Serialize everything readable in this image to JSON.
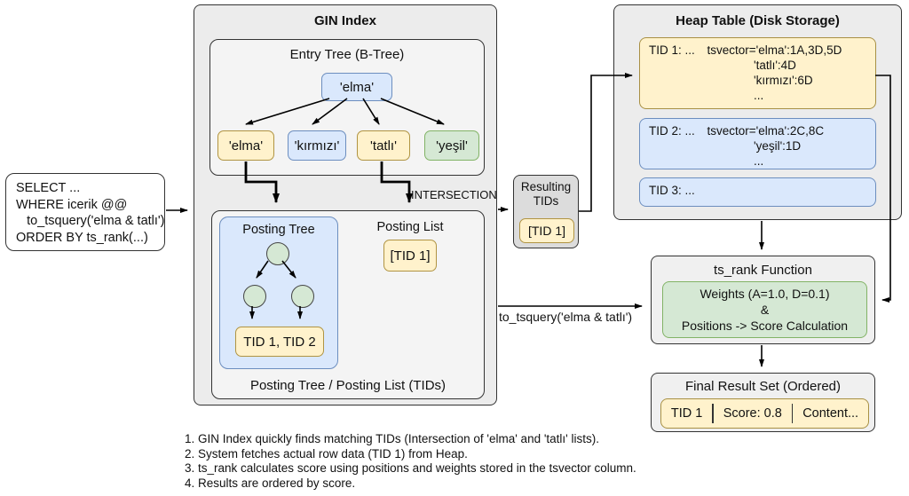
{
  "palette": {
    "yellow": "#fff2cc",
    "yellow_border": "#a89044",
    "blue": "#dae8fc",
    "blue_border": "#6c8ebf",
    "green": "#d5e8d4",
    "green_border": "#82b366",
    "container_gray": "#ececec",
    "border_dark": "#333333"
  },
  "query_box": {
    "lines": [
      "SELECT ...",
      "WHERE icerik @@",
      "   to_tsquery('elma & tatlı')",
      "ORDER BY ts_rank(...)"
    ]
  },
  "gin_index": {
    "title": "GIN Index",
    "entry_tree": {
      "title": "Entry Tree (B-Tree)",
      "root": "'elma'",
      "leaves": [
        {
          "label": "'elma'"
        },
        {
          "label": "'kırmızı'"
        },
        {
          "label": "'tatlı'"
        },
        {
          "label": "'yeşil'"
        }
      ]
    },
    "intersection_label": "INTERSECTION",
    "posting": {
      "footer": "Posting Tree / Posting List (TIDs)",
      "posting_tree": {
        "title": "Posting Tree",
        "leaf_tids": "TID 1, TID 2"
      },
      "posting_list": {
        "title": "Posting List",
        "value": "[TID 1]"
      }
    }
  },
  "resulting_tids": {
    "title_line1": "Resulting",
    "title_line2": "TIDs",
    "value": "[TID 1]"
  },
  "heap_table": {
    "title": "Heap Table (Disk Storage)",
    "rows": [
      {
        "id": "TID 1: ...",
        "vector": "tsvector='elma':1A,3D,5D",
        "extra": [
          "'tatlı':4D",
          "'kırmızı':6D",
          "..."
        ]
      },
      {
        "id": "TID 2: ...",
        "vector": "tsvector='elma':2C,8C",
        "extra": [
          "'yeşil':1D",
          "..."
        ]
      },
      {
        "id": "TID 3: ...",
        "vector": "",
        "extra": []
      }
    ]
  },
  "ts_rank": {
    "title": "ts_rank Function",
    "lines": [
      "Weights (A=1.0, D=0.1)",
      "&",
      "Positions -> Score Calculation"
    ]
  },
  "final_result": {
    "title": "Final Result Set (Ordered)",
    "cells": [
      "TID 1",
      "Score: 0.8",
      "Content..."
    ]
  },
  "edge_labels": {
    "to_tsquery": "to_tsquery('elma & tatlı')"
  },
  "notes": [
    "1. GIN Index quickly finds matching TIDs (Intersection of 'elma' and 'tatlı' lists).",
    "2. System fetches actual row data (TID 1) from Heap.",
    "3. ts_rank calculates score using positions and weights stored in the tsvector column.",
    "4. Results are ordered by score."
  ]
}
